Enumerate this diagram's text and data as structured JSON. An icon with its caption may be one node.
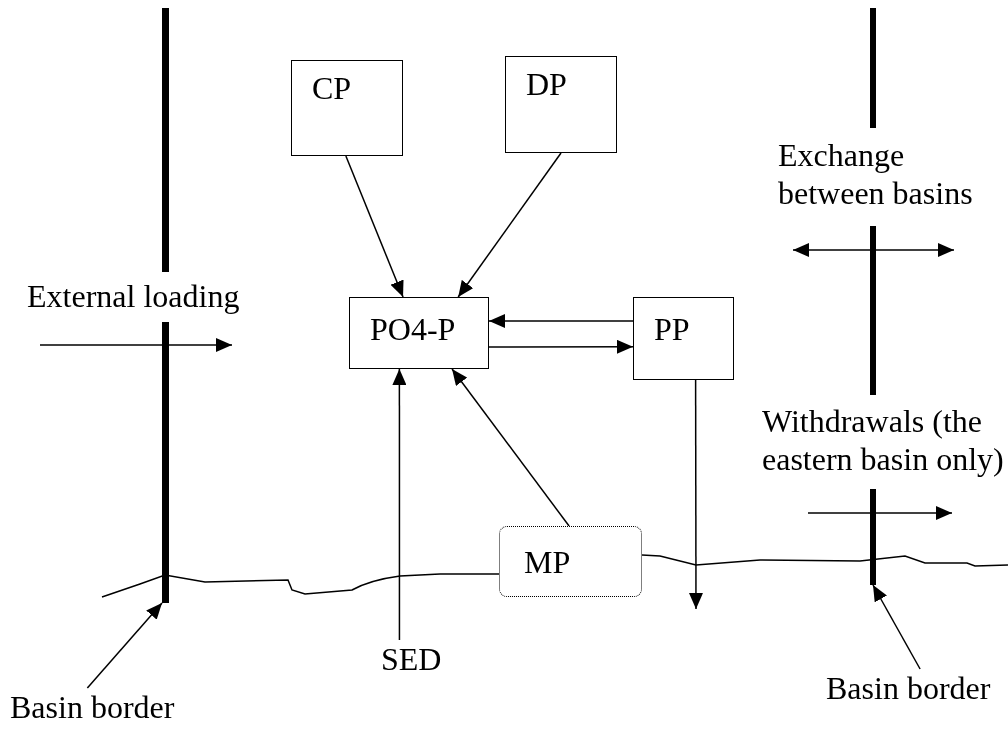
{
  "diagram": {
    "nodes": [
      {
        "text": [
          "CP"
        ]
      },
      {
        "text": [
          "DP"
        ]
      },
      {
        "text": [
          "PO4-P"
        ]
      },
      {
        "text": [
          "PP"
        ]
      },
      {
        "text": [
          "MP"
        ]
      },
      {
        "text": [
          "SED"
        ]
      },
      {
        "text": [],
        "shape": "bar"
      },
      {
        "text": [],
        "shape": "bar"
      },
      {
        "text": [
          "Basin border"
        ]
      },
      {
        "text": [
          "Basin border"
        ]
      }
    ],
    "edges": [
      {
        "from": 0,
        "to": 2,
        "arrow": "to"
      },
      {
        "from": 1,
        "to": 2,
        "arrow": "to"
      },
      {
        "from": 3,
        "to": 2,
        "arrow": "to"
      },
      {
        "from": 2,
        "to": 3,
        "arrow": "to"
      },
      {
        "from": 5,
        "to": 2,
        "arrow": "to"
      },
      {
        "from": 4,
        "to": 2,
        "arrow": "to"
      },
      {
        "from": 3,
        "to": null,
        "arrow": "to"
      },
      {
        "from": 8,
        "to": 6,
        "arrow": "to"
      },
      {
        "from": 9,
        "to": 7,
        "arrow": "to"
      }
    ],
    "labels": [
      "External loading",
      "Exchange between basins",
      "Withdrawals (the eastern basin only)"
    ]
  }
}
